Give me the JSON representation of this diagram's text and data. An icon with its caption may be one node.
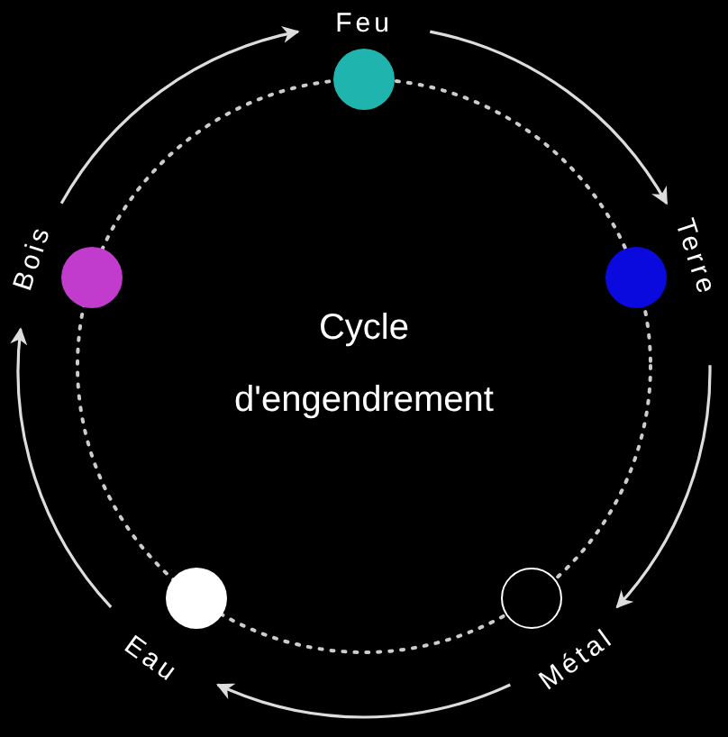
{
  "diagram": {
    "nodes": [
      {
        "text": [
          "Feu"
        ]
      },
      {
        "text": [
          "Terre"
        ]
      },
      {
        "text": [
          "Métal"
        ]
      },
      {
        "text": [
          "Eau"
        ]
      },
      {
        "text": [
          "Bois"
        ]
      }
    ],
    "edges": [
      {
        "from": 4,
        "to": 0,
        "arrow": "to"
      },
      {
        "from": 0,
        "to": 1,
        "arrow": "to"
      },
      {
        "from": 1,
        "to": 2,
        "arrow": "to"
      },
      {
        "from": 2,
        "to": 3,
        "arrow": "to"
      },
      {
        "from": 3,
        "to": 4,
        "arrow": "to"
      }
    ],
    "labels": [
      "Cycle d'engendrement"
    ]
  }
}
